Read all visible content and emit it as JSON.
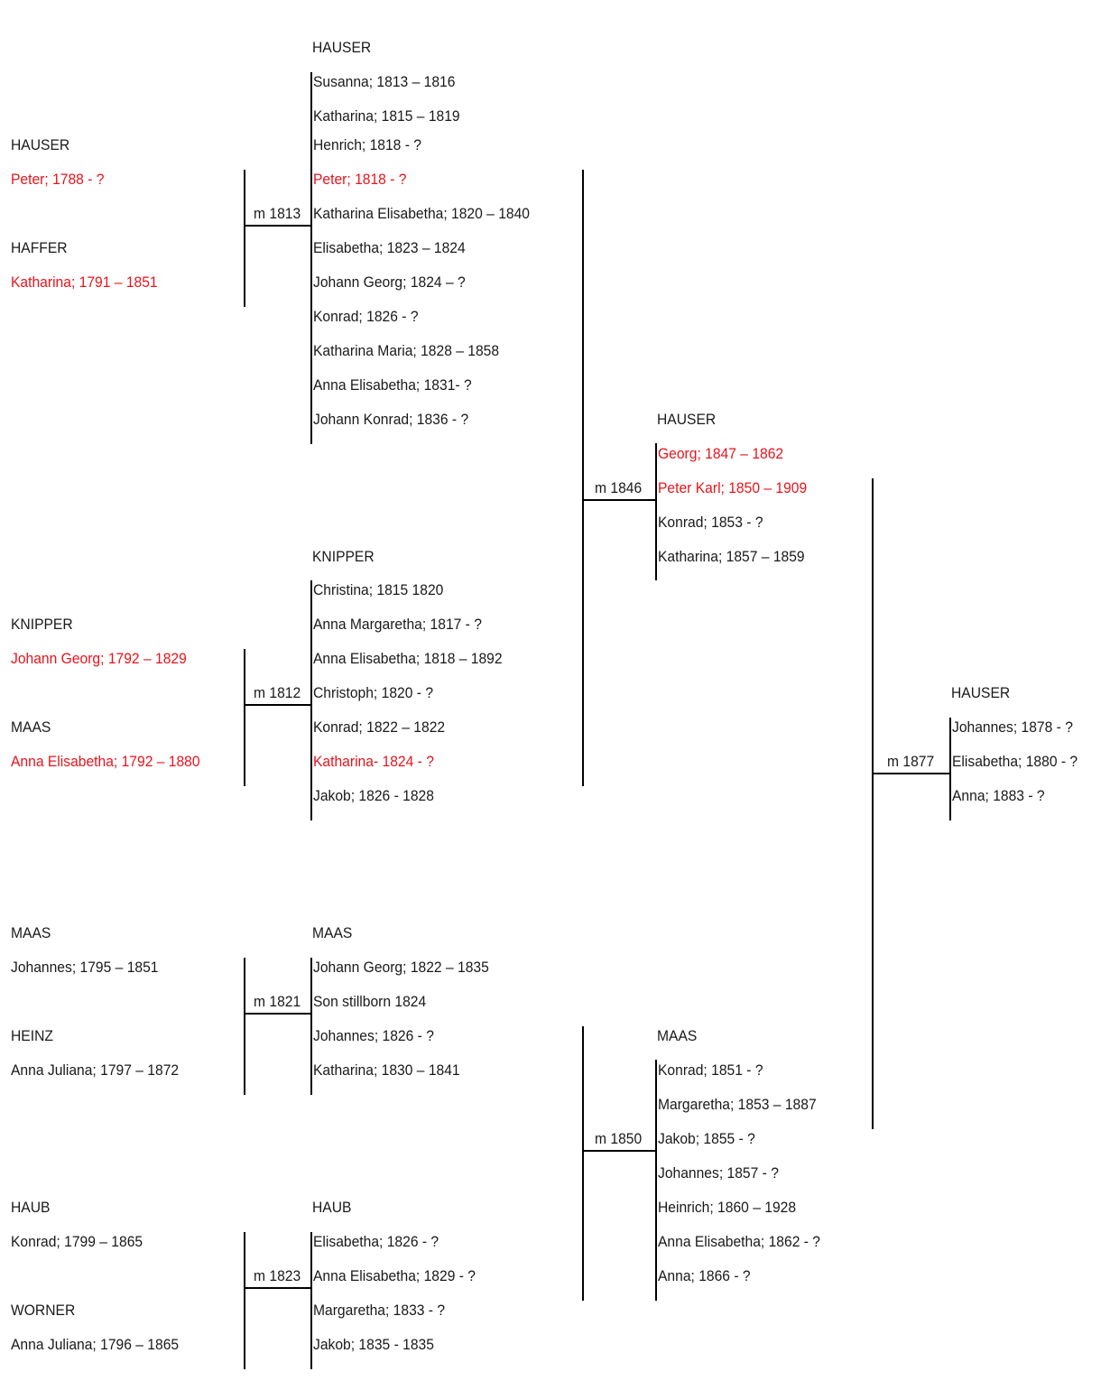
{
  "highlight_color": "#e8141c",
  "families": {
    "hauser_1813": {
      "father": {
        "surname": "HAUSER",
        "name": "Peter; 1788 - ?",
        "highlight": true
      },
      "mother": {
        "surname": "HAFFER",
        "name": "Katharina; 1791 – 1851",
        "highlight": true
      },
      "marriage": "m 1813",
      "children_surname": "HAUSER",
      "children": [
        {
          "name": "Susanna; 1813 – 1816",
          "highlight": false
        },
        {
          "name": "Katharina; 1815 – 1819",
          "highlight": false
        },
        {
          "name": "Henrich; 1818 - ?",
          "highlight": false
        },
        {
          "name": "Peter; 1818 - ?",
          "highlight": true
        },
        {
          "name": "Katharina Elisabetha; 1820 – 1840",
          "highlight": false
        },
        {
          "name": "Elisabetha; 1823 – 1824",
          "highlight": false
        },
        {
          "name": "Johann Georg; 1824 – ?",
          "highlight": false
        },
        {
          "name": "Konrad; 1826 - ?",
          "highlight": false
        },
        {
          "name": "Katharina Maria; 1828 – 1858",
          "highlight": false
        },
        {
          "name": "Anna Elisabetha; 1831- ?",
          "highlight": false
        },
        {
          "name": "Johann Konrad; 1836 - ?",
          "highlight": false
        }
      ]
    },
    "knipper_1812": {
      "father": {
        "surname": "KNIPPER",
        "name": "Johann Georg; 1792 – 1829",
        "highlight": true
      },
      "mother": {
        "surname": "MAAS",
        "name": "Anna Elisabetha; 1792 – 1880",
        "highlight": true
      },
      "marriage": "m 1812",
      "children_surname": "KNIPPER",
      "children": [
        {
          "name": "Christina; 1815    1820",
          "highlight": false
        },
        {
          "name": "Anna Margaretha; 1817 - ?",
          "highlight": false
        },
        {
          "name": "Anna Elisabetha; 1818 – 1892",
          "highlight": false
        },
        {
          "name": "Christoph; 1820 - ?",
          "highlight": false
        },
        {
          "name": "Konrad; 1822 – 1822",
          "highlight": false
        },
        {
          "name": "Katharina- 1824 - ?",
          "highlight": true
        },
        {
          "name": "Jakob; 1826 - 1828",
          "highlight": false
        }
      ]
    },
    "maas_1821": {
      "father": {
        "surname": "MAAS",
        "name": "Johannes; 1795 – 1851",
        "highlight": false
      },
      "mother": {
        "surname": "HEINZ",
        "name": "Anna Juliana; 1797 – 1872",
        "highlight": false
      },
      "marriage": "m 1821",
      "children_surname": "MAAS",
      "children": [
        {
          "name": "Johann Georg; 1822 – 1835",
          "highlight": false
        },
        {
          "name": "Son stillborn 1824",
          "highlight": false
        },
        {
          "name": "Johannes; 1826 - ?",
          "highlight": false
        },
        {
          "name": "Katharina; 1830 – 1841",
          "highlight": false
        }
      ]
    },
    "haub_1823": {
      "father": {
        "surname": "HAUB",
        "name": "Konrad; 1799 – 1865",
        "highlight": false
      },
      "mother": {
        "surname": "WORNER",
        "name": "Anna Juliana; 1796 – 1865",
        "highlight": false
      },
      "marriage": "m 1823",
      "children_surname": "HAUB",
      "children": [
        {
          "name": "Elisabetha; 1826 - ?",
          "highlight": false
        },
        {
          "name": "Anna Elisabetha; 1829 - ?",
          "highlight": false
        },
        {
          "name": "Margaretha; 1833 - ?",
          "highlight": false
        },
        {
          "name": "Jakob; 1835 - 1835",
          "highlight": false
        }
      ]
    },
    "hauser_1846": {
      "marriage": "m 1846",
      "children_surname": "HAUSER",
      "children": [
        {
          "name": "Georg; 1847 – 1862",
          "highlight": true
        },
        {
          "name": "Peter Karl; 1850 – 1909",
          "highlight": true
        },
        {
          "name": "Konrad; 1853 - ?",
          "highlight": false
        },
        {
          "name": "Katharina; 1857 – 1859",
          "highlight": false
        }
      ]
    },
    "maas_1850": {
      "marriage": "m 1850",
      "children_surname": "MAAS",
      "children": [
        {
          "name": "Konrad; 1851 - ?",
          "highlight": false
        },
        {
          "name": "Margaretha; 1853 – 1887",
          "highlight": false
        },
        {
          "name": "Jakob; 1855 - ?",
          "highlight": false
        },
        {
          "name": "Johannes; 1857 - ?",
          "highlight": false
        },
        {
          "name": "Heinrich; 1860 – 1928",
          "highlight": false
        },
        {
          "name": "Anna Elisabetha; 1862 - ?",
          "highlight": false
        },
        {
          "name": "Anna; 1866 - ?",
          "highlight": false
        }
      ]
    },
    "hauser_1877": {
      "marriage": "m 1877",
      "children_surname": "HAUSER",
      "children": [
        {
          "name": "Johannes; 1878 - ?",
          "highlight": false
        },
        {
          "name": "Elisabetha; 1880 - ?",
          "highlight": false
        },
        {
          "name": "Anna; 1883 - ?",
          "highlight": false
        }
      ]
    }
  }
}
